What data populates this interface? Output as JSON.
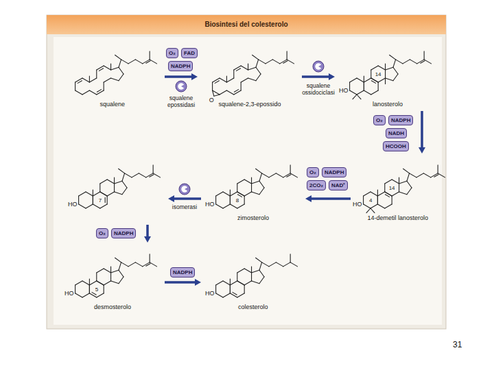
{
  "diagram": {
    "title": "Biosintesi del colesterolo",
    "nodes": [
      {
        "text": [
          "squalene"
        ]
      },
      {
        "text": [
          "O₂"
        ]
      },
      {
        "text": [
          "FAD"
        ]
      },
      {
        "text": [
          "NADPH"
        ]
      },
      {
        "text": [
          "O",
          "squalene-2,3-epossido"
        ]
      },
      {
        "text": [
          "14",
          "HO",
          "lanosterolo"
        ]
      },
      {
        "text": [
          "O₂"
        ]
      },
      {
        "text": [
          "NADPH"
        ]
      },
      {
        "text": [
          "NADH"
        ]
      },
      {
        "text": [
          "HCOOH"
        ]
      },
      {
        "text": [
          "7",
          "HO"
        ]
      },
      {
        "text": [
          "8",
          "HO",
          "zimosterolo"
        ]
      },
      {
        "text": [
          "2CO₂"
        ]
      },
      {
        "text": [
          "O₂"
        ]
      },
      {
        "text": [
          "NADPH"
        ]
      },
      {
        "text": [
          "NAD⁺"
        ]
      },
      {
        "text": [
          "14",
          "4",
          "HO",
          "14-demetil lanosterolo"
        ]
      },
      {
        "text": [
          "O₂"
        ]
      },
      {
        "text": [
          "NADPH"
        ]
      },
      {
        "text": [
          "5",
          "HO",
          "desmosterolo"
        ]
      },
      {
        "text": [
          "NADPH"
        ]
      },
      {
        "text": [
          "HO",
          "colesterolo"
        ]
      }
    ],
    "edges": [
      {
        "from": 0,
        "to": 4,
        "label": "squalene epossidasi",
        "arrow": "to"
      },
      {
        "from": 4,
        "to": 5,
        "label": "squalene ossidociclasi",
        "arrow": "to"
      },
      {
        "from": 5,
        "to": 16,
        "arrow": "to"
      },
      {
        "from": 16,
        "to": 11,
        "arrow": "to"
      },
      {
        "from": 11,
        "to": 10,
        "label": "isomerasi",
        "arrow": "to"
      },
      {
        "from": 10,
        "to": 19,
        "arrow": "to"
      },
      {
        "from": 19,
        "to": 21,
        "arrow": "to"
      }
    ],
    "labels": [
      "31"
    ]
  }
}
